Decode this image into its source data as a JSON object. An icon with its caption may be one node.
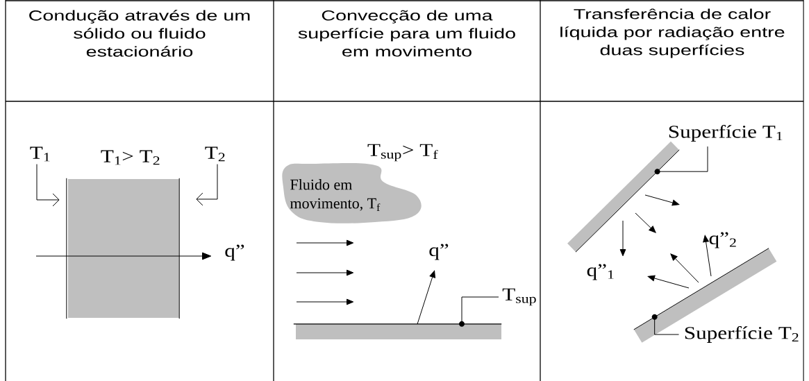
{
  "diagram": {
    "nodes": [
      {
        "text": [
          "T$_{1}$"
        ]
      },
      {
        "text": [],
        "shape": "box"
      },
      {
        "text": [
          "T$_{2}$"
        ]
      },
      {
        "text": [
          "Fluido em movimento, T$_{f}$"
        ]
      },
      {
        "text": [],
        "shape": "bar"
      },
      {
        "text": [
          "T$_{sup}$"
        ]
      },
      {
        "text": [],
        "shape": "bar"
      },
      {
        "text": [
          "Superfície T$_{1}$"
        ]
      },
      {
        "text": [],
        "shape": "bar"
      },
      {
        "text": [
          "Superfície T$_{2}$"
        ]
      }
    ],
    "edges": [
      {
        "from": 0,
        "to": 1,
        "arrow": "to"
      },
      {
        "from": 2,
        "to": 1,
        "arrow": "to"
      },
      {
        "from": 5,
        "to": 4,
        "arrow": "none"
      },
      {
        "from": 7,
        "to": 6,
        "arrow": "none"
      },
      {
        "from": 9,
        "to": 8,
        "arrow": "none"
      }
    ],
    "labels": [
      "Condução através de um sólido ou fluido estacionário",
      "Convecção de uma superfície para um fluido em movimento",
      "Transferência de calor líquida por radiação entre duas superfícies",
      "T$_{1}$> T$_{2}$",
      "q”",
      "T$_{sup}$> T$_{f}$",
      "q”",
      "q”$_{1}$",
      "q”$_{2}$"
    ]
  }
}
